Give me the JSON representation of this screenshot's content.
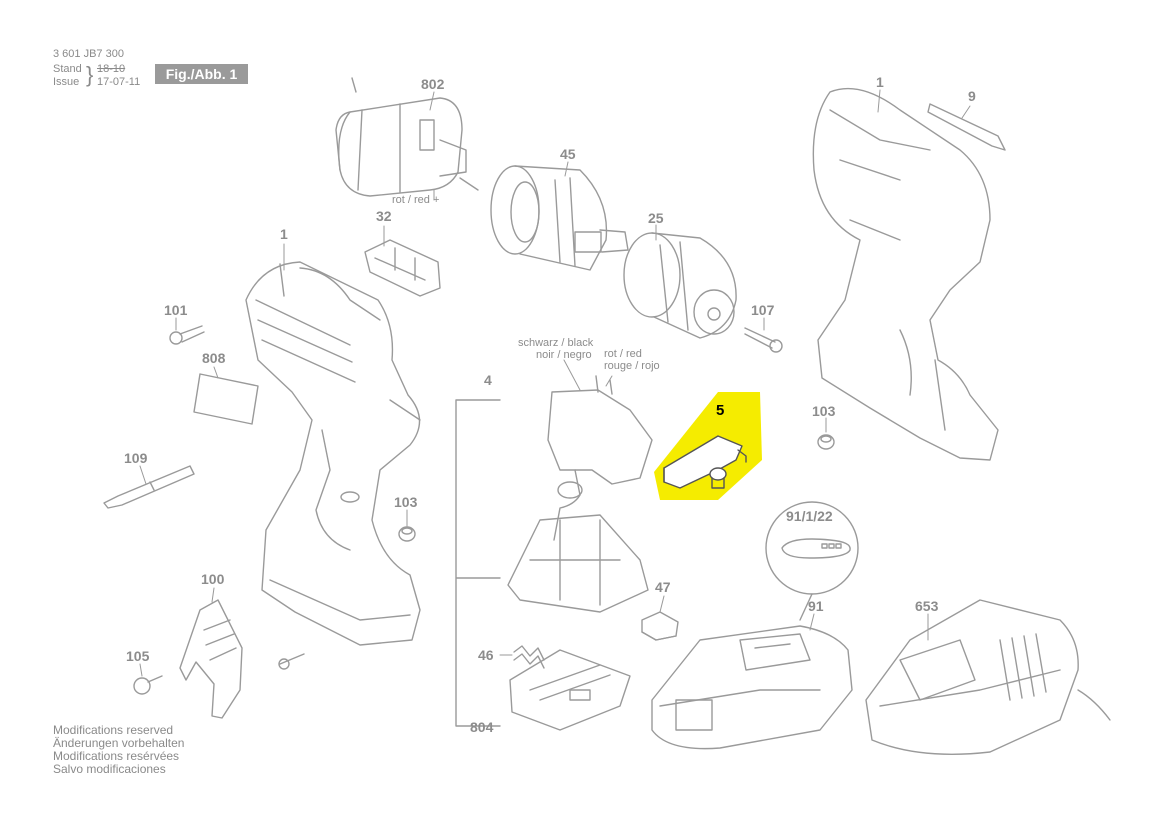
{
  "header": {
    "doc_number": "3 601 JB7 300",
    "stand_label": "Stand",
    "issue_label": "Issue",
    "stand_value": "18-10",
    "issue_value": "17-07-11",
    "figure_label": "Fig./Abb. 1"
  },
  "parts": {
    "p802": "802",
    "p45": "45",
    "p32": "32",
    "p25": "25",
    "p1_left": "1",
    "p1_right": "1",
    "p9": "9",
    "p101": "101",
    "p808": "808",
    "p107": "107",
    "p4": "4",
    "p5": "5",
    "p103_left": "103",
    "p103_right": "103",
    "p109": "109",
    "p100": "100",
    "p105": "105",
    "p47": "47",
    "p46": "46",
    "p804": "804",
    "p91_1_22": "91/1/22",
    "p91": "91",
    "p653": "653"
  },
  "wire_notes": {
    "motor_wire": "rot / red +",
    "black_line1": "schwarz / black",
    "black_line2": "noir / negro",
    "red_line1": "rot / red",
    "red_line2": "rouge / rojo"
  },
  "footer": {
    "line1": "Modifications reserved",
    "line2": "Änderungen vorbehalten",
    "line3": "Modifications resérvées",
    "line4": "Salvo modificaciones"
  },
  "colors": {
    "highlight": "#f5ec00",
    "line": "#9a9a9a"
  }
}
